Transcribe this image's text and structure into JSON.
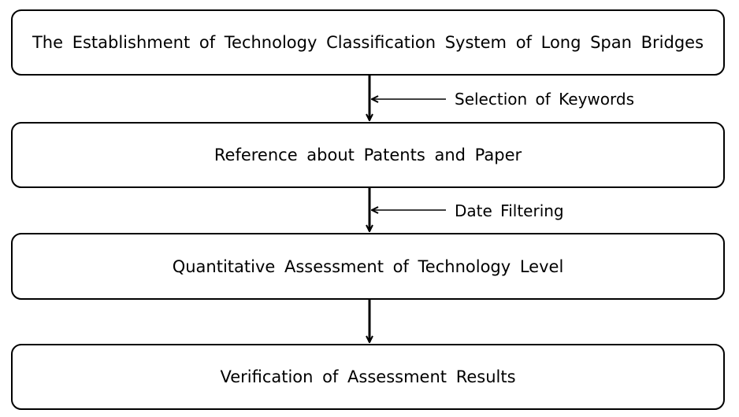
{
  "flowchart": {
    "steps": [
      {
        "label": "The Establishment of Technology Classification System of Long Span Bridges"
      },
      {
        "label": "Reference about Patents and Paper"
      },
      {
        "label": "Quantitative Assessment of Technology Level"
      },
      {
        "label": "Verification of Assessment Results"
      }
    ],
    "side_inputs": [
      {
        "label": "Selection of Keywords"
      },
      {
        "label": "Date Filtering"
      }
    ]
  },
  "colors": {
    "stroke": "#000000",
    "background": "#ffffff"
  }
}
